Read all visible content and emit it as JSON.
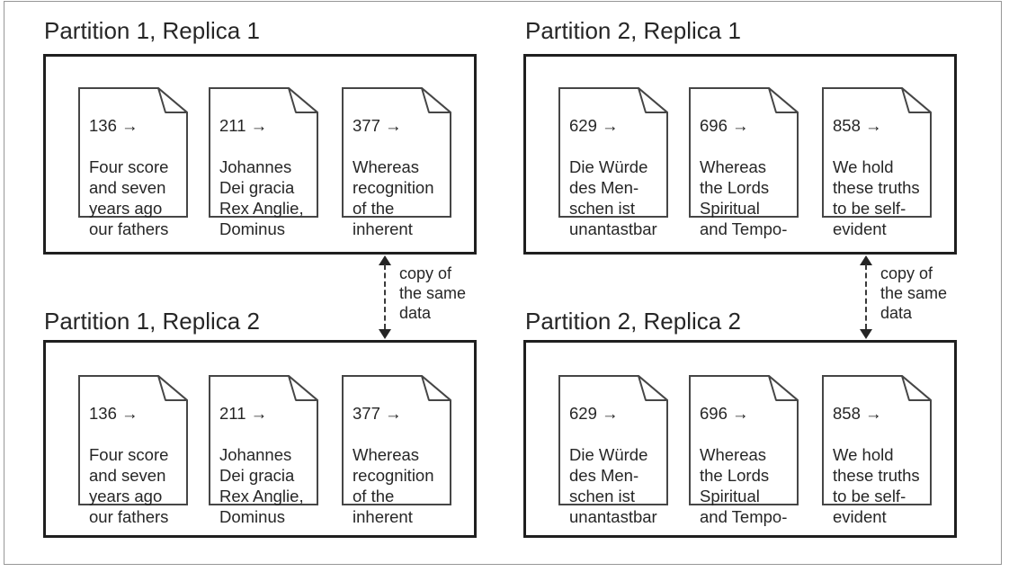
{
  "diagram": {
    "partitions": [
      {
        "title": "Partition 1, Replica 1",
        "docs": [
          {
            "key_line": "136 →",
            "body": "Four score\nand seven\nyears ago\nour fathers"
          },
          {
            "key_line": "211 →",
            "body": "Johannes\nDei gracia\nRex Anglie,\nDominus"
          },
          {
            "key_line": "377 →",
            "body": "Whereas\nrecognition\nof the\ninherent"
          }
        ]
      },
      {
        "title": "Partition 2, Replica 1",
        "docs": [
          {
            "key_line": "629 →",
            "body": "Die Würde\ndes Men-\nschen ist\nunantastbar"
          },
          {
            "key_line": "696 →",
            "body": "Whereas\nthe Lords\nSpiritual\nand Tempo-"
          },
          {
            "key_line": "858 →",
            "body": "We hold\nthese truths\nto be self-\nevident"
          }
        ]
      },
      {
        "title": "Partition 1, Replica 2",
        "docs": [
          {
            "key_line": "136 →",
            "body": "Four score\nand seven\nyears ago\nour fathers"
          },
          {
            "key_line": "211 →",
            "body": "Johannes\nDei gracia\nRex Anglie,\nDominus"
          },
          {
            "key_line": "377 →",
            "body": "Whereas\nrecognition\nof the\ninherent"
          }
        ]
      },
      {
        "title": "Partition 2, Replica 2",
        "docs": [
          {
            "key_line": "629 →",
            "body": "Die Würde\ndes Men-\nschen ist\nunantastbar"
          },
          {
            "key_line": "696 →",
            "body": "Whereas\nthe Lords\nSpiritual\nand Tempo-"
          },
          {
            "key_line": "858 →",
            "body": "We hold\nthese truths\nto be self-\nevident"
          }
        ]
      }
    ],
    "connectors": [
      {
        "label": "copy of\nthe same\ndata"
      },
      {
        "label": "copy of\nthe same\ndata"
      }
    ],
    "colors": {
      "text": "#262626",
      "box_border": "#1f1f1f",
      "doc_border": "#464646",
      "outer_border": "#979797",
      "background": "#ffffff"
    }
  }
}
